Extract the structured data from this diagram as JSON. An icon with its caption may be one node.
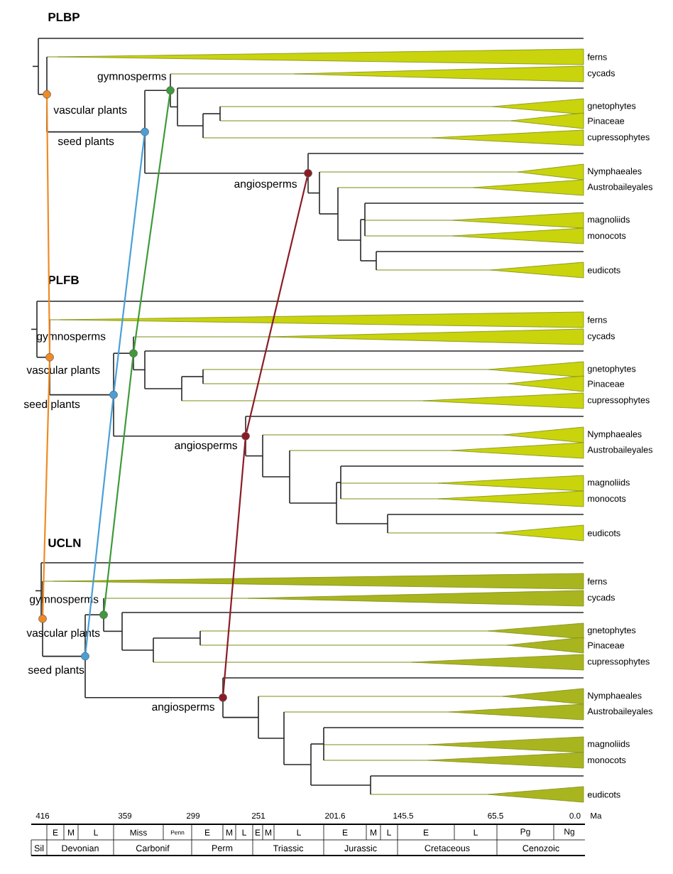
{
  "diagram": {
    "nodes": [
      {
        "text": [
          "gymnosperms"
        ]
      },
      {
        "text": [
          "vascular plants"
        ]
      },
      {
        "text": [
          "seed plants"
        ]
      },
      {
        "text": [
          "angiosperms"
        ]
      },
      {
        "text": [
          "gymnosperms"
        ]
      },
      {
        "text": [
          "vascular plants"
        ]
      },
      {
        "text": [
          "seed plants"
        ]
      },
      {
        "text": [
          "angiosperms"
        ]
      },
      {
        "text": [
          "gymnosperms"
        ]
      },
      {
        "text": [
          "vascular plants"
        ]
      },
      {
        "text": [
          "seed plants"
        ]
      },
      {
        "text": [
          "angiosperms"
        ]
      }
    ],
    "edges": [
      {
        "from": 1,
        "to": 5,
        "arrow": "none",
        "color": "#f08a24"
      },
      {
        "from": 5,
        "to": 9,
        "arrow": "none",
        "color": "#f08a24"
      },
      {
        "from": 2,
        "to": 6,
        "arrow": "none",
        "color": "#4a9fd8"
      },
      {
        "from": 6,
        "to": 10,
        "arrow": "none",
        "color": "#4a9fd8"
      },
      {
        "from": 0,
        "to": 4,
        "arrow": "none",
        "color": "#3e9a3a"
      },
      {
        "from": 4,
        "to": 8,
        "arrow": "none",
        "color": "#3e9a3a"
      },
      {
        "from": 3,
        "to": 7,
        "arrow": "none",
        "color": "#8b1c24"
      },
      {
        "from": 7,
        "to": 11,
        "arrow": "none",
        "color": "#8b1c24"
      }
    ],
    "labels": [
      "PLBP",
      "ferns",
      "cycads",
      "gnetophytes",
      "Pinaceae",
      "cupressophytes",
      "Nymphaeales",
      "Austrobaileyales",
      "magnoliids",
      "monocots",
      "eudicots",
      "PLFB",
      "ferns",
      "cycads",
      "gnetophytes",
      "Pinaceae",
      "cupressophytes",
      "Nymphaeales",
      "Austrobaileyales",
      "magnoliids",
      "monocots",
      "eudicots",
      "UCLN",
      "ferns",
      "cycads",
      "gnetophytes",
      "Pinaceae",
      "cupressophytes",
      "Nymphaeales",
      "Austrobaileyales",
      "magnoliids",
      "monocots",
      "eudicots",
      "416",
      "359",
      "299",
      "251",
      "201.6",
      "145.5",
      "65.5",
      "0.0",
      "Ma",
      "E",
      "M",
      "L",
      "Miss",
      "Penn",
      "E",
      "M",
      "L",
      "E",
      "M",
      "L",
      "E",
      "M",
      "L",
      "E",
      "L",
      "Pg",
      "Ng",
      "Sil",
      "Devonian",
      "Carbonif",
      "Perm",
      "Triassic",
      "Jurassic",
      "Cretaceous",
      "Cenozoic"
    ]
  }
}
